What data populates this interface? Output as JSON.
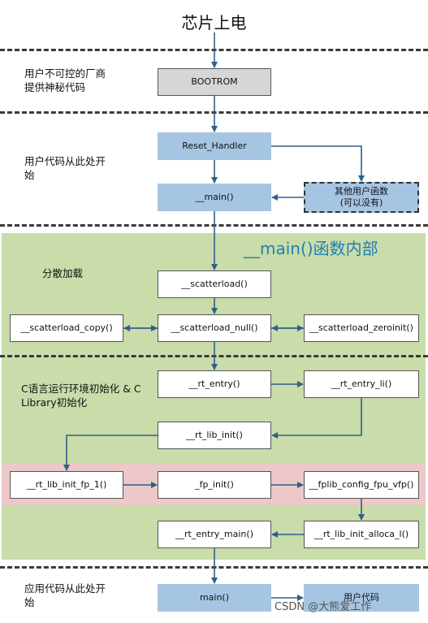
{
  "title": "芯片上电",
  "sections": {
    "vendor": "用户不可控的厂商提供神秘代码",
    "user_start": "用户代码从此处开始",
    "scatter": "分散加载",
    "clib": "C语言运行环境初始化 & C Library初始化",
    "app_start": "应用代码从此处开始"
  },
  "inner_title": "__main()函数内部",
  "boxes": {
    "bootrom": "BOOTROM",
    "reset_handler": "Reset_Handler",
    "main": "__main()",
    "other_funcs": "其他用户函数\n(可以没有)",
    "scatterload": "__scatterload()",
    "scatterload_copy": "__scatterload_copy()",
    "scatterload_null": "__scatterload_null()",
    "scatterload_zeroinit": "__scatterload_zeroinit()",
    "rt_entry": "__rt_entry()",
    "rt_entry_li": "__rt_entry_li()",
    "rt_lib_init": "__rt_lib_init()",
    "rt_lib_init_fp_1": "__rt_lib_init_fp_1()",
    "fp_init": "_fp_init()",
    "fplib_config": "__fplib_config_fpu_vfp()",
    "rt_entry_main": "__rt_entry_main()",
    "rt_lib_init_alloca": "__rt_lib_init_alloca_l()",
    "app_main": "main()",
    "user_code": "用户代码"
  },
  "watermark": "CSDN @大熊爱工作",
  "colors": {
    "green_zone": "#c9dcaa",
    "pink_zone": "#ecc8c8",
    "blue_box": "#a6c5e2",
    "gray_box": "#d6d6d6",
    "arrow": "#2f5f8a",
    "inner_title": "#1f7fb5"
  }
}
